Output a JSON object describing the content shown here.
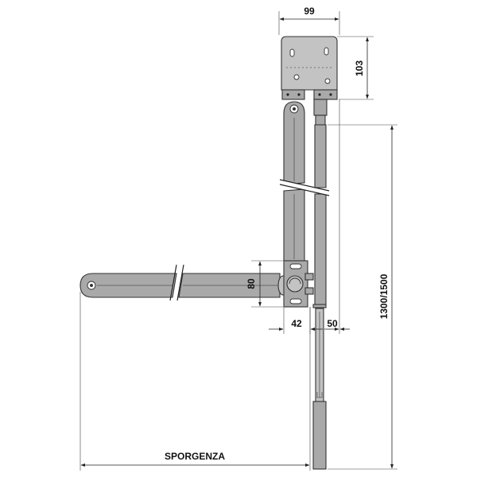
{
  "dimensions": {
    "width_top": "99",
    "height_plate": "103",
    "total_height": "1300/1500",
    "arm_height": "80",
    "offset_a": "42",
    "offset_b": "50",
    "reach_label": "SPORGENZA"
  }
}
